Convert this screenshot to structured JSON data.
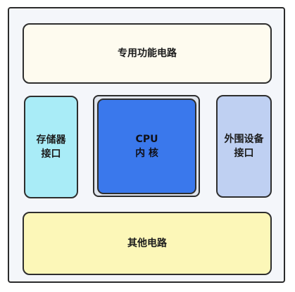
{
  "diagram": {
    "blocks": {
      "special_circuit": "专用功能电路",
      "memory_interface": "存储器\n接口",
      "cpu_core": "CPU\n内  核",
      "peripheral_interface": "外围设备\n接口",
      "other_circuit": "其他电路"
    }
  }
}
